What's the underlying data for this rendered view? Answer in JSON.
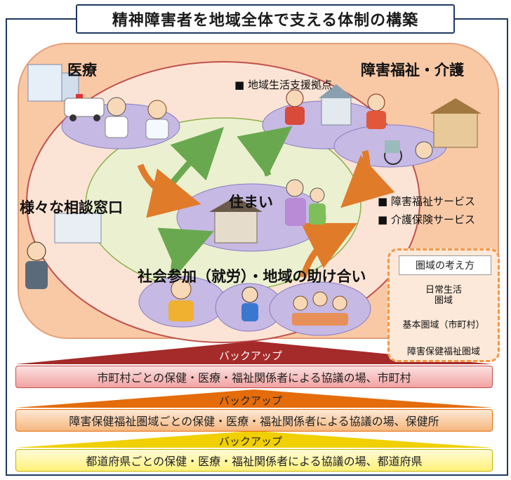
{
  "title": "精神障害者を地域全体で支える体制の構築",
  "regions": {
    "medical": "医療",
    "welfare": "障害福祉・介護",
    "consult": "様々な相談窓口",
    "housing": "住まい",
    "social": "社会参加（就労）・地域の助け合い",
    "hub": "■ 地域生活支援拠点",
    "service1": "■ 障害福祉サービス",
    "service2": "■ 介護保険サービス"
  },
  "legend": {
    "title": "圏域の考え方",
    "daily": "日常生活\n圏域",
    "basic": "基本圏域（市町村）",
    "health": "障害保健福祉圏域"
  },
  "backups": {
    "label": "バックアップ",
    "bar1": "市町村ごとの保健・医療・福祉関係者による協議の場、市町村",
    "bar2": "障害保健福祉圏域ごとの保健・医療・福祉関係者による協議の場、保健所",
    "bar3": "都道府県ごとの保健・医療・福祉関係者による協議の場、都道府県"
  },
  "colors": {
    "outer_ellipse": "#f9c9a6",
    "middle_ellipse": "#fbe4d5",
    "inner_ellipse": "#ebf1d0",
    "purple_ellipse": "#c6b9e4",
    "arrow_green": "#6aa84f",
    "arrow_orange": "#e07b2a",
    "frame": "#1f3864"
  }
}
